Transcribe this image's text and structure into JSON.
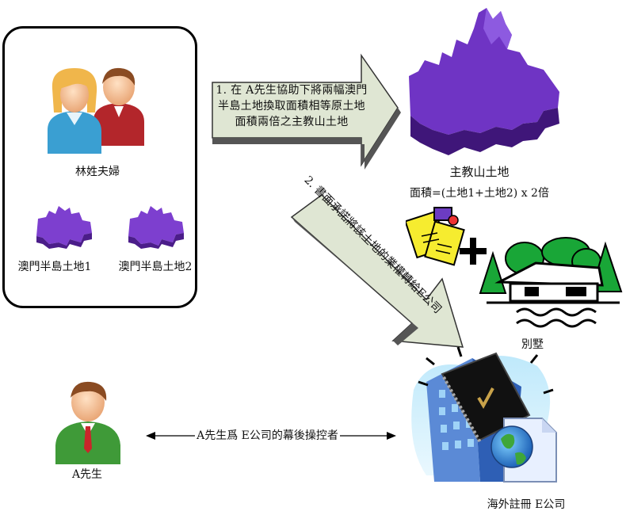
{
  "nodes": {
    "couple": "林姓夫婦",
    "land1": "澳門半島土地1",
    "land2": "澳門半島土地2",
    "bishop_land": "主教山土地",
    "area_formula": "面積=(土地1+土地2) x 2倍",
    "villa": "別墅",
    "company": "海外註冊 E公司",
    "mr_a": "A先生"
  },
  "edges": {
    "step1": "1. 在 A先生協助下將兩幅澳門半島土地換取面積相等原土地面積兩倍之主教山土地",
    "step2": "2. 書面承諾將該土地的業權轉給E公司",
    "relation": "A先生爲 E公司的幕後操控者"
  },
  "colors": {
    "land_purple": "#6a2fb8",
    "arrow_fill": "#dfe6d3",
    "box_border": "#000000"
  }
}
